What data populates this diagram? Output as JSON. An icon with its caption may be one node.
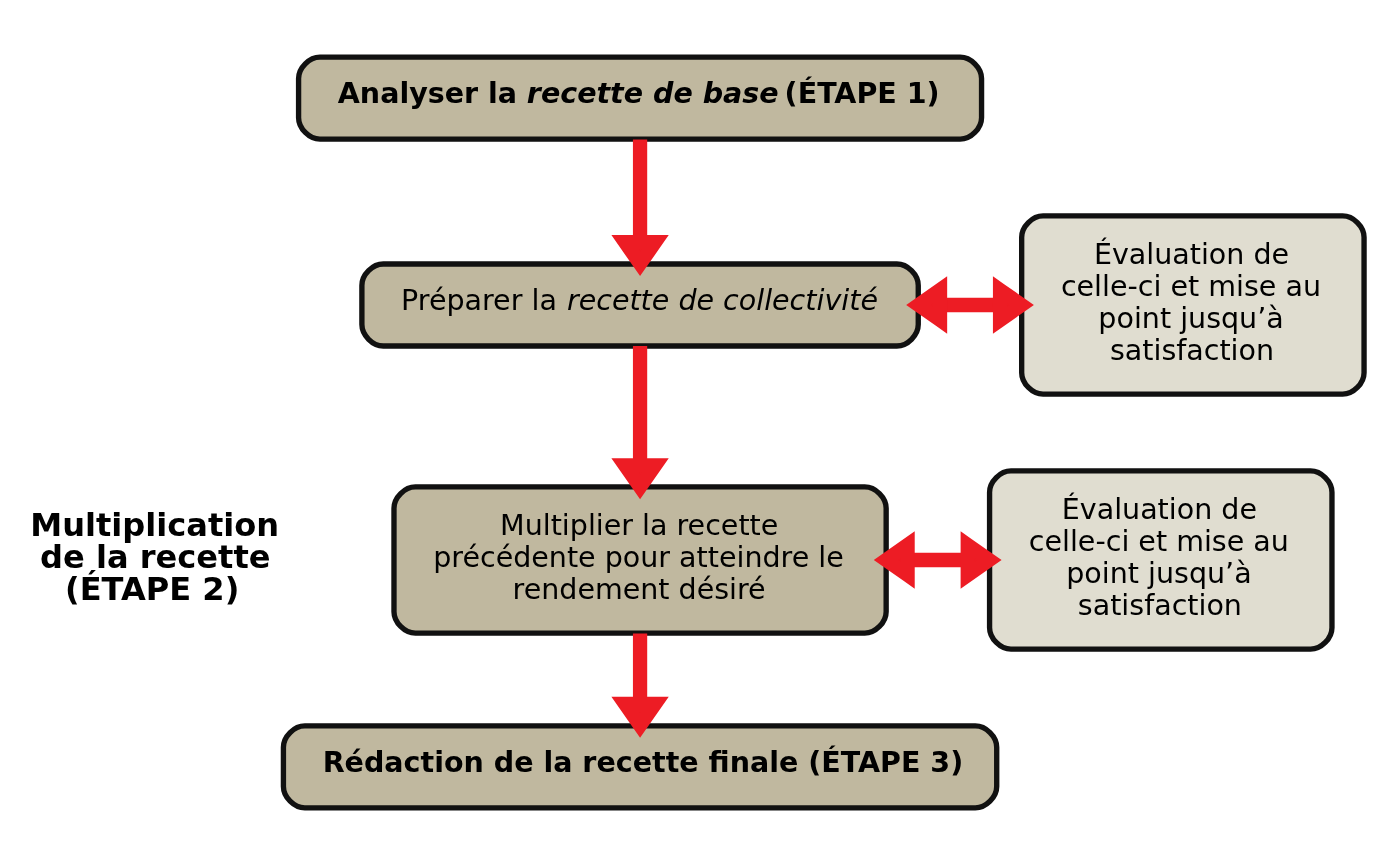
{
  "diagram": {
    "nodes": [
      {
        "text": [
          "Analyser la *recette de base* (ÉTAPE 1)"
        ]
      },
      {
        "text": [
          "Préparer la *recette de collectivité*"
        ]
      },
      {
        "text": [
          "Évaluation de celle-ci et mise au point jusqu’à satisfaction"
        ]
      },
      {
        "text": [
          "Multiplier la recette précédente pour atteindre le rendement désiré"
        ]
      },
      {
        "text": [
          "Évaluation de celle-ci et mise au point jusqu’à satisfaction"
        ]
      },
      {
        "text": [
          "Rédaction de la recette finale (ÉTAPE 3)"
        ]
      }
    ],
    "edges": [
      {
        "from": 0,
        "to": 1,
        "arrow": "to"
      },
      {
        "from": 1,
        "to": 2,
        "arrow": "both"
      },
      {
        "from": 1,
        "to": 3,
        "arrow": "to"
      },
      {
        "from": 3,
        "to": 4,
        "arrow": "both"
      },
      {
        "from": 3,
        "to": 5,
        "arrow": "to"
      }
    ],
    "labels": [
      "Multiplication de la recette (ÉTAPE 2)"
    ]
  }
}
